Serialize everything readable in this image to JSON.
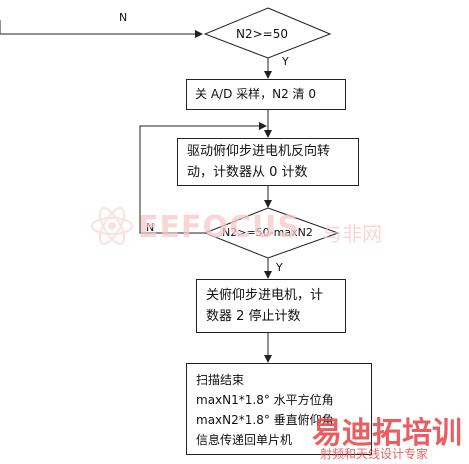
{
  "flowchart": {
    "decision1": {
      "text": "N2>=50",
      "no_label": "N",
      "yes_label": "Y"
    },
    "process1": {
      "text": "关 A/D 采样，N2 清 0"
    },
    "process2": {
      "line1": "驱动俯仰步进电机反向转",
      "line2": "动，计数器从 0 计数"
    },
    "decision2": {
      "text": "N2>=50-maxN2",
      "no_label": "N",
      "yes_label": "Y"
    },
    "process3": {
      "line1": "关俯仰步进电机，计",
      "line2": "数器 2 停止计数"
    },
    "process4": {
      "line1": "扫描结束",
      "line2": "maxN1*1.8°  水平方位角",
      "line3": "maxN2*1.8°  垂直俯仰角",
      "line4": "信息传递回单片机"
    }
  },
  "watermarks": {
    "center_logo": "EEFOCUS",
    "center_cn": "与非网",
    "corner_cn": "易迪拓培训",
    "corner_sub": "射频和天线设计专家"
  },
  "colors": {
    "line": "#222222",
    "watermark_red": "#e8474c",
    "watermark_light": "#f6c9cb"
  }
}
